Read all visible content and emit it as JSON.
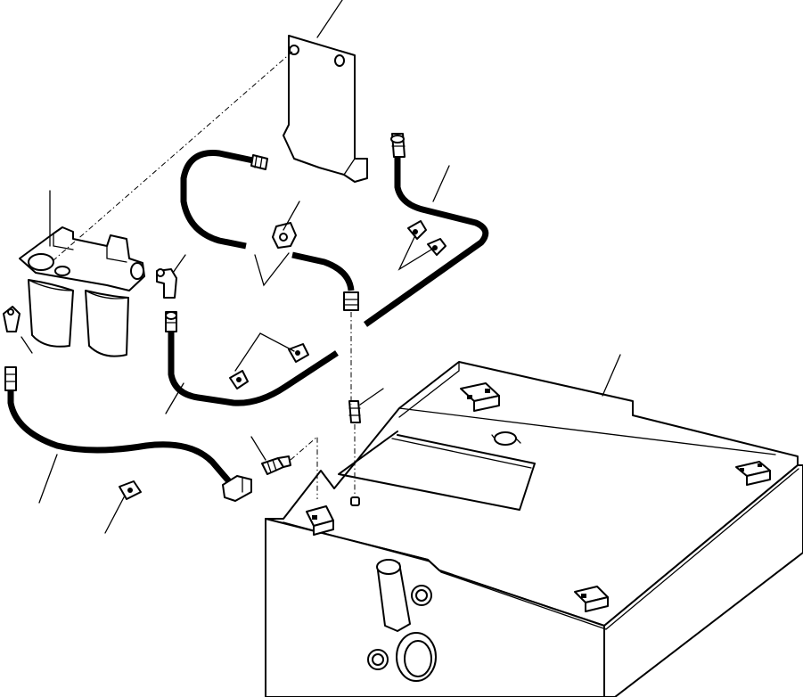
{
  "diagram": {
    "kind": "exploded-parts-view",
    "assembly_parts": [
      "fuel-tank",
      "tank-mounting-bracket",
      "twin-fuel-filter",
      "fuel-hoses",
      "hose-clamps",
      "elbow-fittings",
      "adapter-fittings"
    ],
    "leader_callouts": 14,
    "label_text": []
  }
}
